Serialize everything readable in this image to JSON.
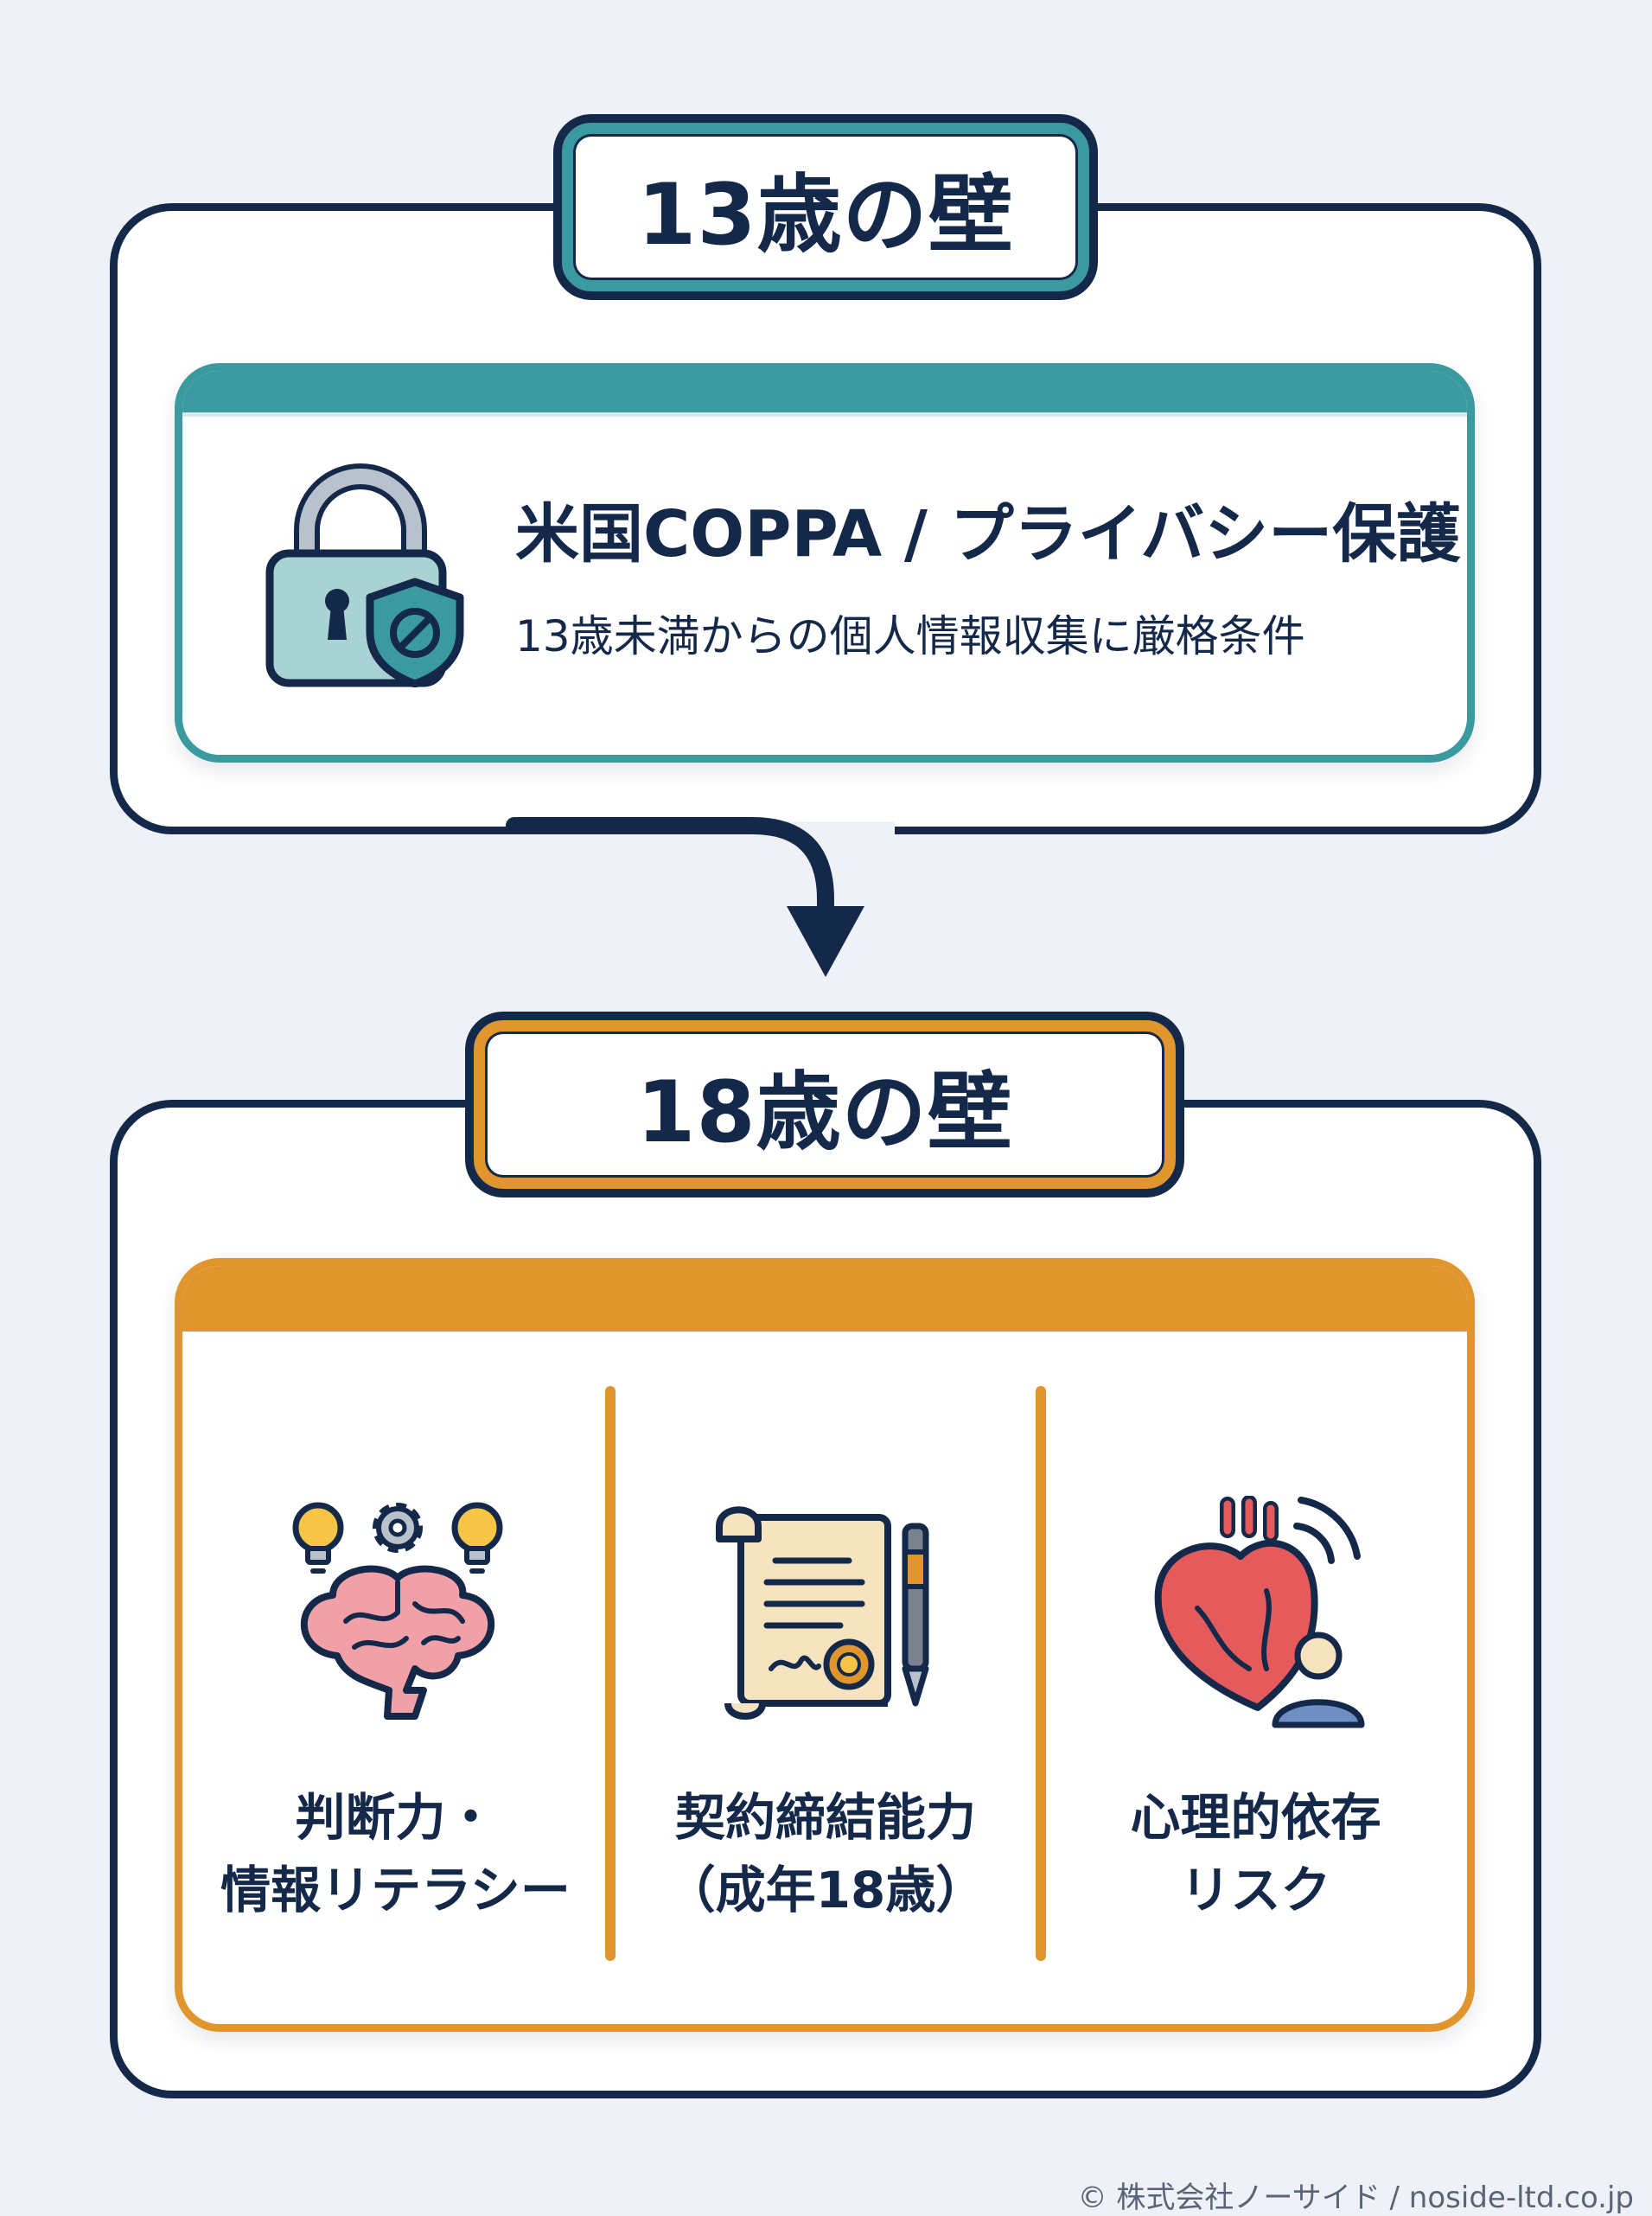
{
  "section13": {
    "badge": "13歳の壁",
    "card": {
      "title": "米国COPPA / プライバシー保護",
      "subtitle": "13歳未満からの個人情報収集に厳格条件",
      "icon": "padlock-shield-icon"
    }
  },
  "section18": {
    "badge": "18歳の壁",
    "columns": [
      {
        "icon": "brain-lightbulb-gear-icon",
        "line1": "判断力・",
        "line2": "情報リテラシー"
      },
      {
        "icon": "contract-scroll-pen-icon",
        "line1": "契約締結能力",
        "line2": "（成年18歳）"
      },
      {
        "icon": "heart-person-signal-icon",
        "line1": "心理的依存",
        "line2": "リスク"
      }
    ]
  },
  "footer": {
    "copyright": "© 株式会社ノーサイド / noside-ltd.co.jp"
  },
  "colors": {
    "navy": "#14284a",
    "teal": "#3a9aa0",
    "orange": "#e0962c",
    "background": "#eef2f7"
  }
}
